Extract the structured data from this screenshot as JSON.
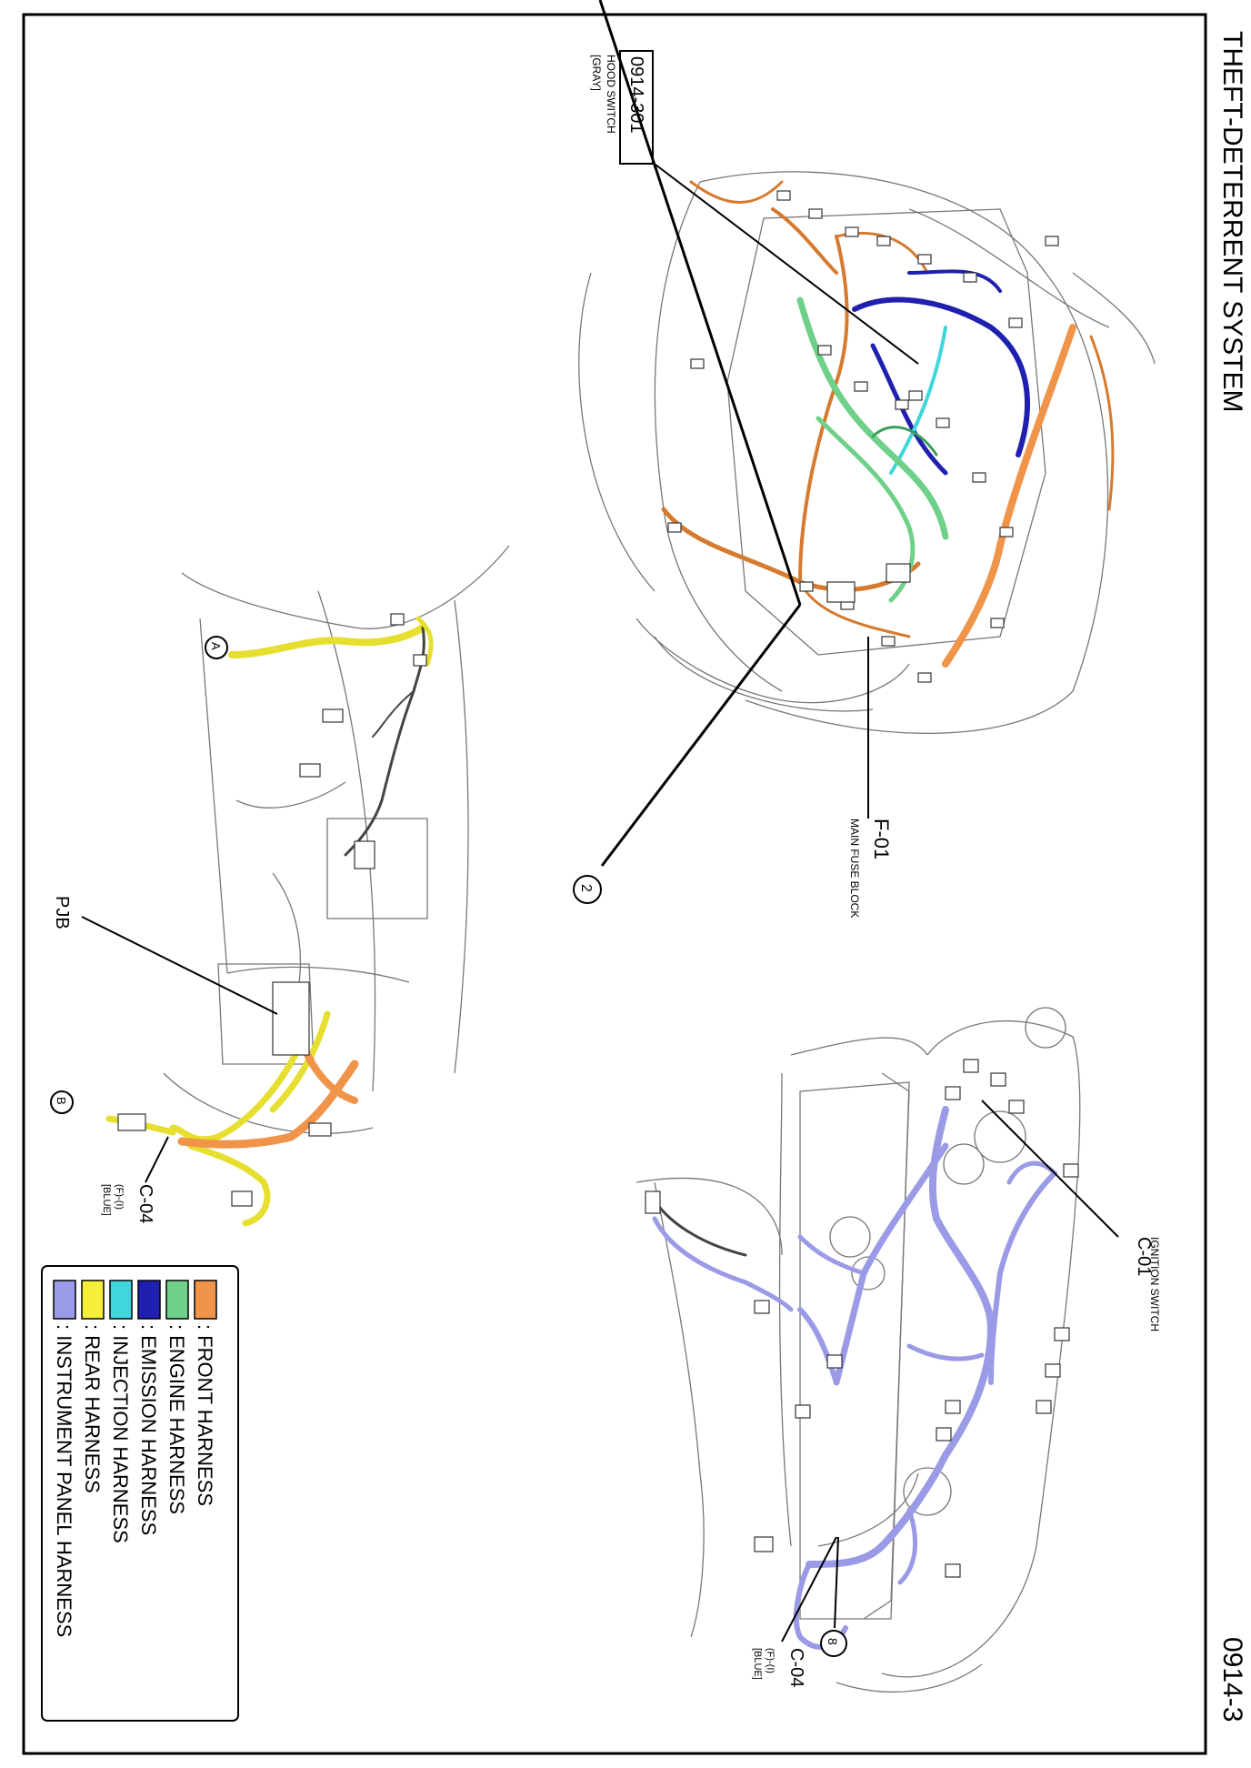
{
  "header": {
    "title": "THEFT-DETERRENT SYSTEM",
    "page_number": "0914-3"
  },
  "callouts": {
    "hood_switch": {
      "code": "0914-301",
      "name": "HOOD SWITCH",
      "color": "[GRAY]"
    },
    "main_fuse": {
      "code": "F-01",
      "name": "MAIN FUSE BLOCK"
    },
    "ignition_switch": {
      "code": "C-01",
      "name": "IGNITION SWITCH"
    },
    "pjb": {
      "code": "PJB"
    },
    "c04_rear": {
      "code": "C-04",
      "line1": "(F)-(I)",
      "line2": "[BLUE]"
    },
    "c04_ip": {
      "code": "C-04",
      "line1": "(F)-(I)",
      "line2": "[BLUE]"
    }
  },
  "markers": {
    "marker_2": "2",
    "marker_8": "8",
    "marker_a": "A",
    "marker_b": "B"
  },
  "legend": {
    "items": [
      {
        "label": ": FRONT HARNESS",
        "color": "#f0944a"
      },
      {
        "label": ": ENGINE HARNESS",
        "color": "#6fd08a"
      },
      {
        "label": ": EMISSION HARNESS",
        "color": "#2020b0"
      },
      {
        "label": ": INJECTION HARNESS",
        "color": "#3fd6dc"
      },
      {
        "label": ": REAR HARNESS",
        "color": "#f5ef3a"
      },
      {
        "label": ": INSTRUMENT PANEL HARNESS",
        "color": "#9a9ae6"
      }
    ]
  }
}
